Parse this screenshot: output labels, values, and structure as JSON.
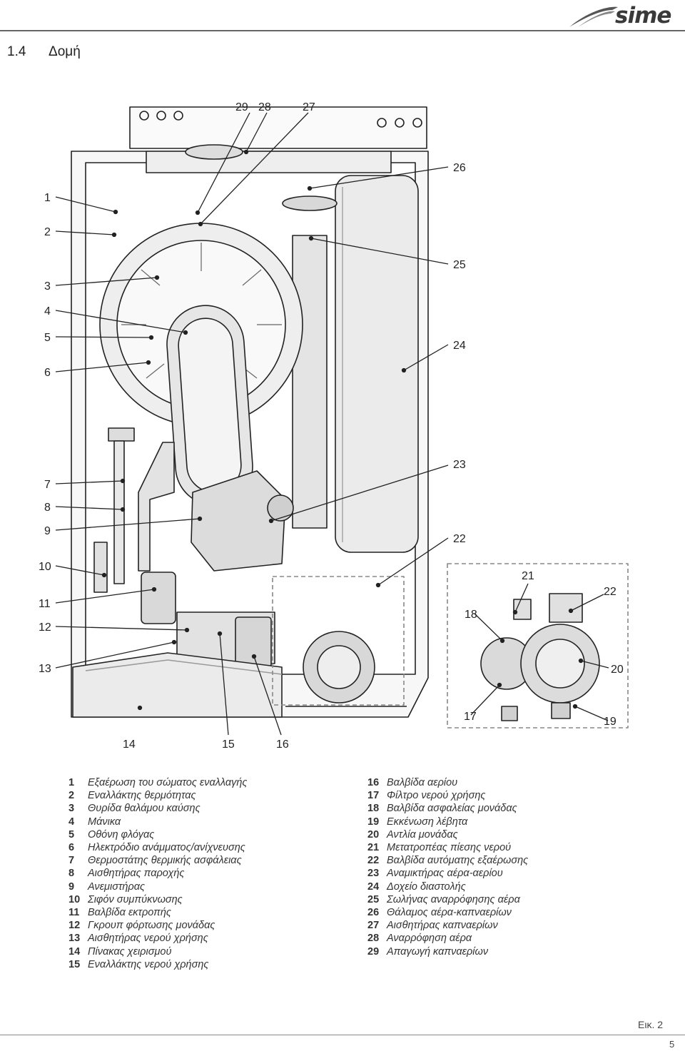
{
  "brand": {
    "logo_text": "sime"
  },
  "section": {
    "number": "1.4",
    "title": "Δομή"
  },
  "figure": {
    "caption": "Εικ. 2",
    "callouts": [
      "1",
      "2",
      "3",
      "4",
      "5",
      "6",
      "7",
      "8",
      "9",
      "10",
      "11",
      "12",
      "13",
      "14",
      "15",
      "16",
      "17",
      "18",
      "19",
      "20",
      "21",
      "22",
      "22",
      "23",
      "24",
      "25",
      "26",
      "27",
      "28",
      "29"
    ]
  },
  "legend": {
    "left": [
      {
        "num": "1",
        "text": "Εξαέρωση του σώματος εναλλαγής"
      },
      {
        "num": "2",
        "text": "Εναλλάκτης θερμότητας"
      },
      {
        "num": "3",
        "text": "Θυρίδα θαλάμου καύσης"
      },
      {
        "num": "4",
        "text": "Μάνικα"
      },
      {
        "num": "5",
        "text": "Οθόνη φλόγας"
      },
      {
        "num": "6",
        "text": "Ηλεκτρόδιο ανάμματος/ανίχνευσης"
      },
      {
        "num": "7",
        "text": "Θερμοστάτης θερμικής ασφάλειας"
      },
      {
        "num": "8",
        "text": "Αισθητήρας παροχής"
      },
      {
        "num": "9",
        "text": "Ανεμιστήρας"
      },
      {
        "num": "10",
        "text": "Σιφόν συμπύκνωσης"
      },
      {
        "num": "11",
        "text": "Βαλβίδα εκτροπής"
      },
      {
        "num": "12",
        "text": "Γκρουπ φόρτωσης μονάδας"
      },
      {
        "num": "13",
        "text": "Αισθητήρας νερού χρήσης"
      },
      {
        "num": "14",
        "text": "Πίνακας χειρισμού"
      },
      {
        "num": "15",
        "text": "Εναλλάκτης νερού χρήσης"
      }
    ],
    "right": [
      {
        "num": "16",
        "text": "Βαλβίδα αερίου"
      },
      {
        "num": "17",
        "text": "Φίλτρο νερού χρήσης"
      },
      {
        "num": "18",
        "text": "Βαλβίδα ασφαλείας μονάδας"
      },
      {
        "num": "19",
        "text": "Εκκένωση λέβητα"
      },
      {
        "num": "20",
        "text": "Αντλία μονάδας"
      },
      {
        "num": "21",
        "text": "Μετατροπέας πίεσης νερού"
      },
      {
        "num": "22",
        "text": "Βαλβίδα αυτόματης εξαέρωσης"
      },
      {
        "num": "23",
        "text": "Αναμικτήρας αέρα-αερίου"
      },
      {
        "num": "24",
        "text": "Δοχείο διαστολής"
      },
      {
        "num": "25",
        "text": "Σωλήνας αναρρόφησης αέρα"
      },
      {
        "num": "26",
        "text": "Θάλαμος αέρα-καπναερίων"
      },
      {
        "num": "27",
        "text": "Αισθητήρας καπναερίων"
      },
      {
        "num": "28",
        "text": "Αναρρόφηση αέρα"
      },
      {
        "num": "29",
        "text": "Απαγωγή καπναερίων"
      }
    ]
  },
  "page_number": "5",
  "colors": {
    "ink": "#222222",
    "body_fill": "#ececec",
    "rule": "#666666"
  }
}
